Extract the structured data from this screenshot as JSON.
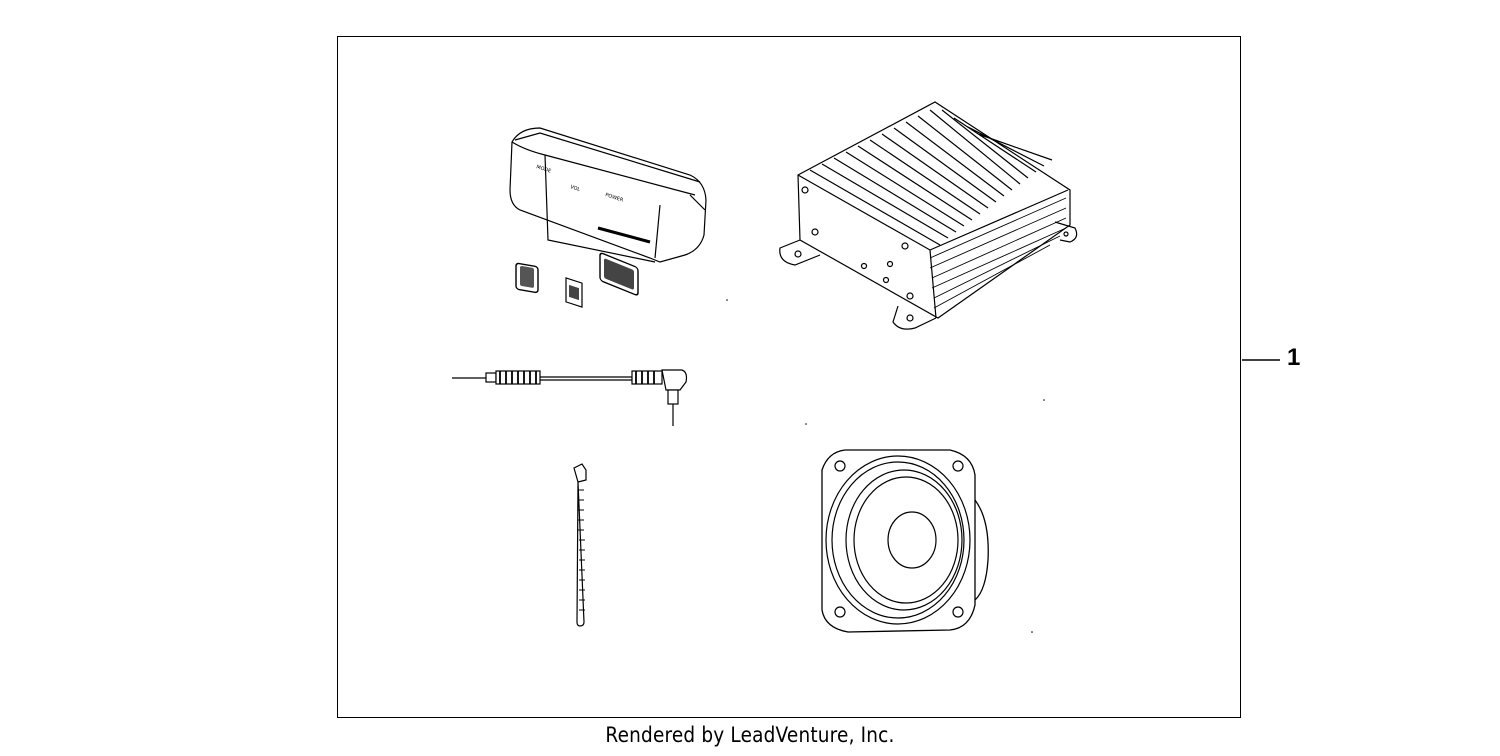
{
  "callout": {
    "number": "1"
  },
  "footer": {
    "credit": "Rendered by LeadVenture, Inc."
  },
  "parts": {
    "control_unit": {
      "mode_label": "MODE",
      "vol_label": "VOL",
      "power_label": "POWER"
    }
  }
}
